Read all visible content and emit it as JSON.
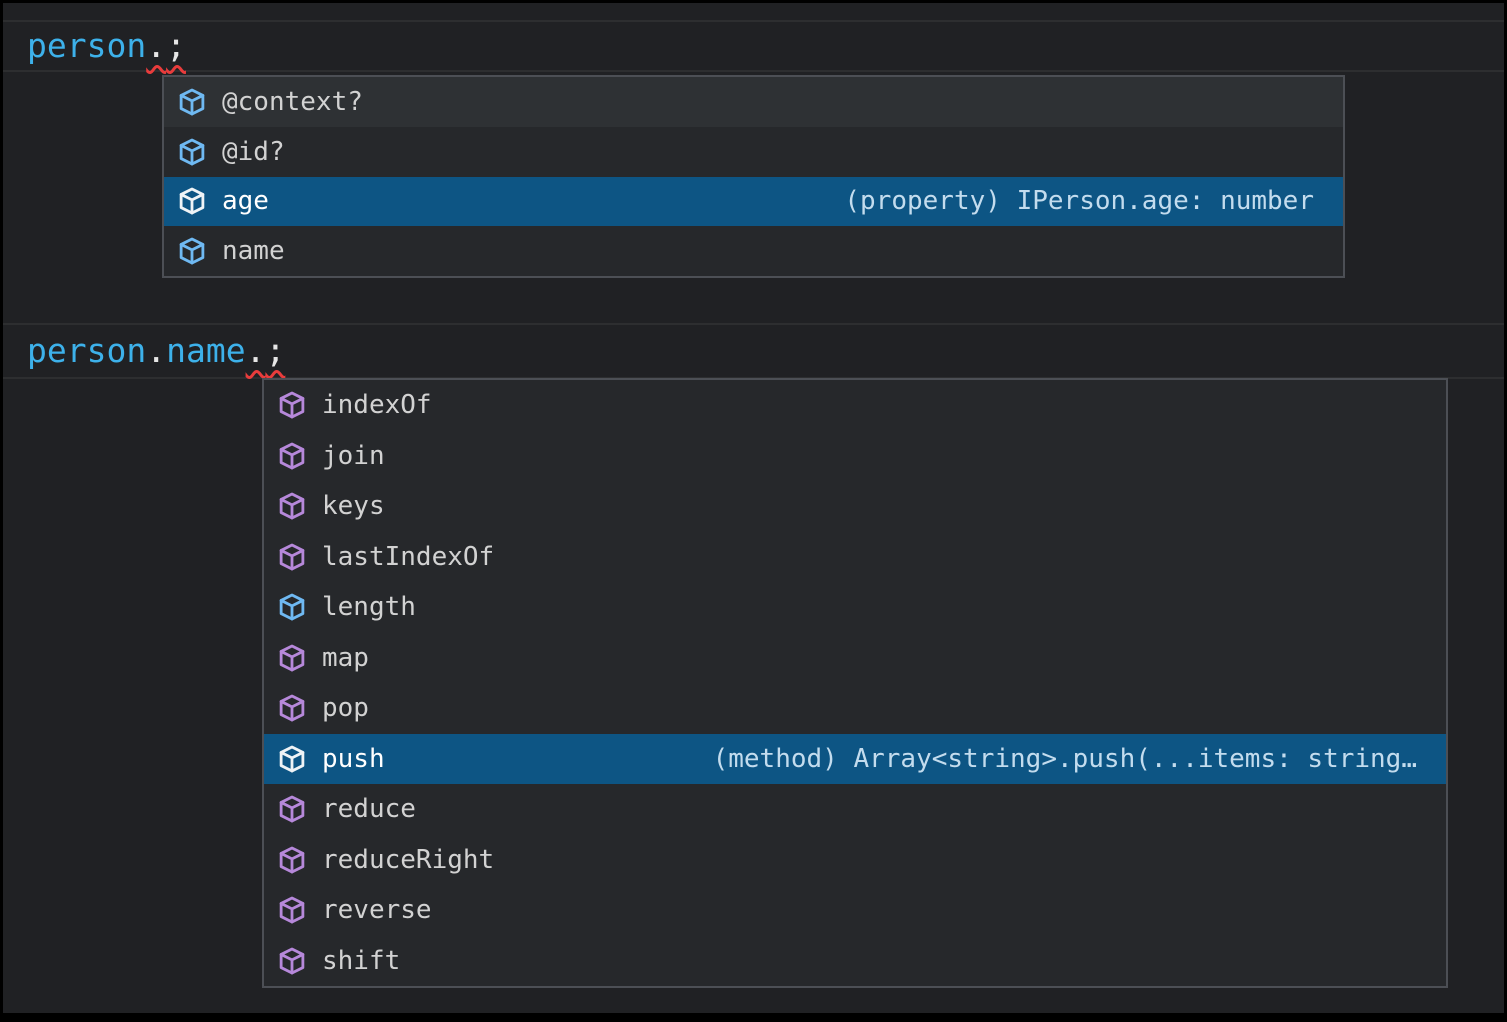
{
  "app": {
    "description": "code editor with IntelliSense suggestion popups"
  },
  "colors": {
    "editor_bg": "#202124",
    "frame": "#000000",
    "line_rule": "#2d2e30",
    "popup_bg": "#26282b",
    "popup_border": "#4c4f55",
    "row_hover_bg": "#2e3134",
    "row_selected_bg": "#0d5584",
    "label": "#d2d2d2",
    "label_selected": "#ffffff",
    "detail": "#c3dcee",
    "icon_field_blue": "#6fb9f2",
    "icon_method_purple": "#b688da",
    "icon_selected_white": "#eef3f6",
    "code_identifier": "#3db1ea",
    "code_punctuation": "#e6e6e6",
    "error_squiggle": "#e93c3c"
  },
  "code_lines": [
    {
      "segments": [
        {
          "text": "person",
          "kind": "identifier",
          "error": false
        },
        {
          "text": ".",
          "kind": "punctuation",
          "error": true
        },
        {
          "text": ";",
          "kind": "punctuation",
          "error": true
        }
      ]
    },
    {
      "segments": [
        {
          "text": "person",
          "kind": "identifier",
          "error": false
        },
        {
          "text": ".",
          "kind": "punctuation",
          "error": false
        },
        {
          "text": "name",
          "kind": "identifier",
          "error": false
        },
        {
          "text": ".",
          "kind": "punctuation",
          "error": true
        },
        {
          "text": ";",
          "kind": "punctuation",
          "error": true
        }
      ]
    }
  ],
  "popups": [
    {
      "items": [
        {
          "label": "@context?",
          "icon": "symbol-field",
          "icon_color": "blue",
          "state": "hover",
          "detail": ""
        },
        {
          "label": "@id?",
          "icon": "symbol-field",
          "icon_color": "blue",
          "state": "normal",
          "detail": ""
        },
        {
          "label": "age",
          "icon": "symbol-field",
          "icon_color": "white",
          "state": "selected",
          "detail": "(property) IPerson.age: number"
        },
        {
          "label": "name",
          "icon": "symbol-field",
          "icon_color": "blue",
          "state": "normal",
          "detail": ""
        }
      ]
    },
    {
      "items": [
        {
          "label": "indexOf",
          "icon": "symbol-method",
          "icon_color": "purple",
          "state": "normal",
          "detail": ""
        },
        {
          "label": "join",
          "icon": "symbol-method",
          "icon_color": "purple",
          "state": "normal",
          "detail": ""
        },
        {
          "label": "keys",
          "icon": "symbol-method",
          "icon_color": "purple",
          "state": "normal",
          "detail": ""
        },
        {
          "label": "lastIndexOf",
          "icon": "symbol-method",
          "icon_color": "purple",
          "state": "normal",
          "detail": ""
        },
        {
          "label": "length",
          "icon": "symbol-field",
          "icon_color": "blue",
          "state": "normal",
          "detail": ""
        },
        {
          "label": "map",
          "icon": "symbol-method",
          "icon_color": "purple",
          "state": "normal",
          "detail": ""
        },
        {
          "label": "pop",
          "icon": "symbol-method",
          "icon_color": "purple",
          "state": "normal",
          "detail": ""
        },
        {
          "label": "push",
          "icon": "symbol-method",
          "icon_color": "white",
          "state": "selected",
          "detail": "(method) Array<string>.push(...items: string…"
        },
        {
          "label": "reduce",
          "icon": "symbol-method",
          "icon_color": "purple",
          "state": "normal",
          "detail": ""
        },
        {
          "label": "reduceRight",
          "icon": "symbol-method",
          "icon_color": "purple",
          "state": "normal",
          "detail": ""
        },
        {
          "label": "reverse",
          "icon": "symbol-method",
          "icon_color": "purple",
          "state": "normal",
          "detail": ""
        },
        {
          "label": "shift",
          "icon": "symbol-method",
          "icon_color": "purple",
          "state": "normal",
          "detail": ""
        }
      ]
    }
  ]
}
